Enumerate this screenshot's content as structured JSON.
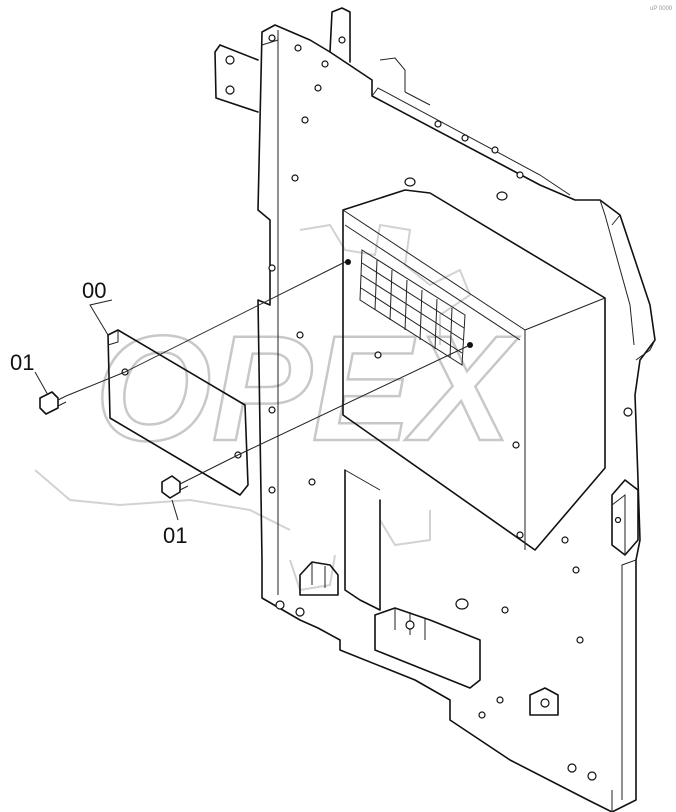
{
  "labels": {
    "part_00": "00",
    "part_01_top": "01",
    "part_01_bottom": "01"
  },
  "watermark": {
    "text": "OPEX"
  },
  "corner_mark": "uP 0000"
}
